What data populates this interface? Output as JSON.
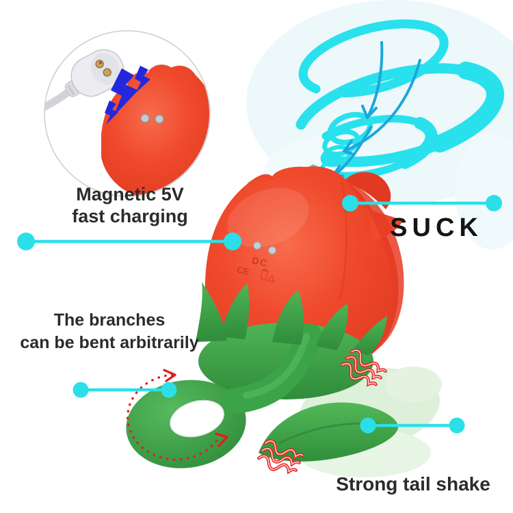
{
  "page": {
    "type": "product-feature-infographic",
    "background": "#ffffff"
  },
  "annotations": {
    "charging": {
      "line1": "Magnetic 5V",
      "line2": "fast charging"
    },
    "suck": {
      "label": "SUCK"
    },
    "branches": {
      "line1": "The branches",
      "line2": "can be bent arbitrarily"
    },
    "tail": {
      "label": "Strong tail shake"
    }
  },
  "product_markings": {
    "dc": "DC",
    "ce": "CE"
  },
  "colors": {
    "callout_cyan": "#2BDFE9",
    "swirl_cyan": "#29E1EC",
    "suction_arrow_blue": "#1BA7DC",
    "lightning_blue": "#2328DD",
    "rose_red": "#F0462B",
    "leaf_green": "#3FA94D",
    "ghost_green": "#DDF0DA",
    "shake_red": "#E52020",
    "text_dark": "#2B2B2B"
  },
  "icons": {
    "tornado-swirl-icon": "cyan vortex crescents",
    "suction-arrows-icon": "blue arrows spiraling down",
    "lightning-bolts-icon": "blue charging bolts",
    "charger-plug-icon": "magnetic charging cable head",
    "vibration-waves-icon": "red wavy shake lines",
    "rotation-dotted-arrow-icon": "red dotted bend arc with arrowheads",
    "callout-line-dot": "cyan leader line with round endpoints"
  }
}
